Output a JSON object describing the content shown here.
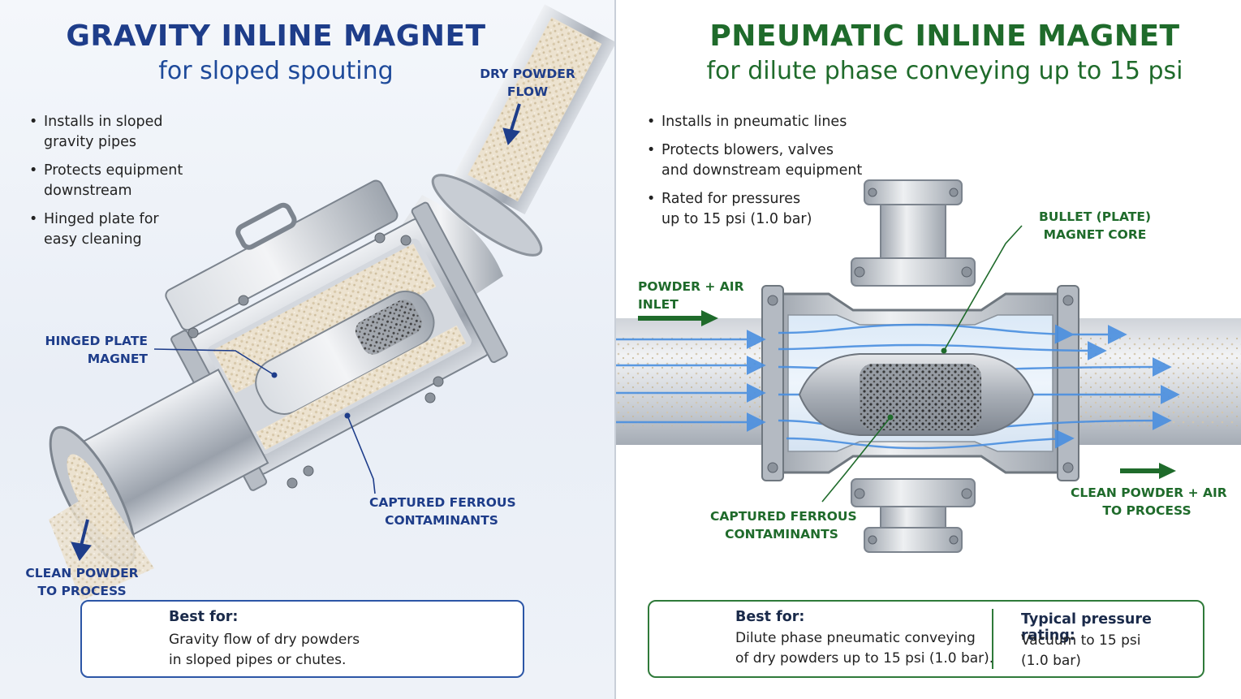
{
  "left": {
    "title": "GRAVITY INLINE MAGNET",
    "subtitle": "for sloped spouting",
    "bullets": [
      {
        "line1": "Installs in sloped",
        "line2": "gravity pipes"
      },
      {
        "line1": "Protects equipment",
        "line2": "downstream"
      },
      {
        "line1": "Hinged plate for",
        "line2": "easy cleaning"
      }
    ],
    "callouts": {
      "dry_powder_1": "DRY POWDER",
      "dry_powder_2": "FLOW",
      "hinged_1": "HINGED PLATE",
      "hinged_2": "MAGNET",
      "captured_1": "CAPTURED FERROUS",
      "captured_2": "CONTAMINANTS",
      "clean_1": "CLEAN POWDER",
      "clean_2": "TO PROCESS"
    },
    "best": {
      "head": "Best for:",
      "line1": "Gravity flow of dry powders",
      "line2": "in sloped pipes or chutes."
    }
  },
  "right": {
    "title": "PNEUMATIC INLINE MAGNET",
    "subtitle": "for dilute phase conveying up to 15 psi",
    "bullets": [
      {
        "line1": "Installs in pneumatic lines",
        "line2": ""
      },
      {
        "line1": "Protects blowers, valves",
        "line2": "and downstream equipment"
      },
      {
        "line1": "Rated for pressures",
        "line2": "up to 15 psi (1.0 bar)"
      }
    ],
    "callouts": {
      "inlet_1": "POWDER + AIR",
      "inlet_2": "INLET",
      "bullet_1": "BULLET (PLATE)",
      "bullet_2": "MAGNET CORE",
      "captured_1": "CAPTURED FERROUS",
      "captured_2": "CONTAMINANTS",
      "clean_1": "CLEAN POWDER + AIR",
      "clean_2": "TO PROCESS"
    },
    "best": {
      "head": "Best for:",
      "line1": "Dilute phase pneumatic conveying",
      "line2": "of dry powders up to 15 psi (1.0 bar)."
    },
    "rating": {
      "head": "Typical pressure rating:",
      "line1": "Vacuum to 15 psi",
      "line2": "(1.0 bar)"
    }
  },
  "colors": {
    "left_accent": "#1e3d8a",
    "right_accent": "#1f6b2b",
    "steel": "#b9bec6",
    "powder": "#e8dcc4"
  },
  "icons": {
    "left_badge": "powder-chute-icon",
    "right_badge": "air-waves-icon"
  }
}
